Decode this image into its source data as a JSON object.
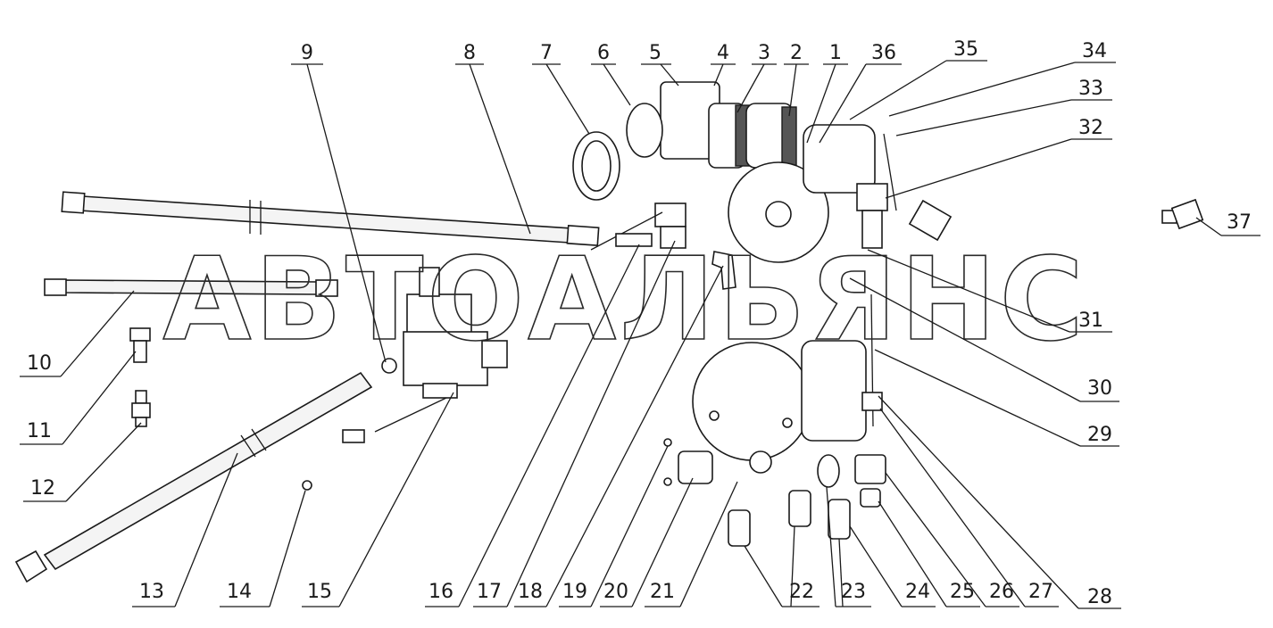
{
  "watermark": "АВТОАЛЬЯНС",
  "callouts": [
    {
      "id": 1,
      "label": "1"
    },
    {
      "id": 2,
      "label": "2"
    },
    {
      "id": 3,
      "label": "3"
    },
    {
      "id": 4,
      "label": "4"
    },
    {
      "id": 5,
      "label": "5"
    },
    {
      "id": 6,
      "label": "6"
    },
    {
      "id": 7,
      "label": "7"
    },
    {
      "id": 8,
      "label": "8"
    },
    {
      "id": 9,
      "label": "9"
    },
    {
      "id": 10,
      "label": "10"
    },
    {
      "id": 11,
      "label": "11"
    },
    {
      "id": 12,
      "label": "12"
    },
    {
      "id": 13,
      "label": "13"
    },
    {
      "id": 14,
      "label": "14"
    },
    {
      "id": 15,
      "label": "15"
    },
    {
      "id": 16,
      "label": "16"
    },
    {
      "id": 17,
      "label": "17"
    },
    {
      "id": 18,
      "label": "18"
    },
    {
      "id": 19,
      "label": "19"
    },
    {
      "id": 20,
      "label": "20"
    },
    {
      "id": 21,
      "label": "21"
    },
    {
      "id": 22,
      "label": "22"
    },
    {
      "id": 23,
      "label": "23"
    },
    {
      "id": 24,
      "label": "24"
    },
    {
      "id": 25,
      "label": "25"
    },
    {
      "id": 26,
      "label": "26"
    },
    {
      "id": 27,
      "label": "27"
    },
    {
      "id": 28,
      "label": "28"
    },
    {
      "id": 29,
      "label": "29"
    },
    {
      "id": 30,
      "label": "30"
    },
    {
      "id": 31,
      "label": "31"
    },
    {
      "id": 32,
      "label": "32"
    },
    {
      "id": 33,
      "label": "33"
    },
    {
      "id": 34,
      "label": "34"
    },
    {
      "id": 35,
      "label": "35"
    },
    {
      "id": 36,
      "label": "36"
    },
    {
      "id": 37,
      "label": "37"
    }
  ]
}
